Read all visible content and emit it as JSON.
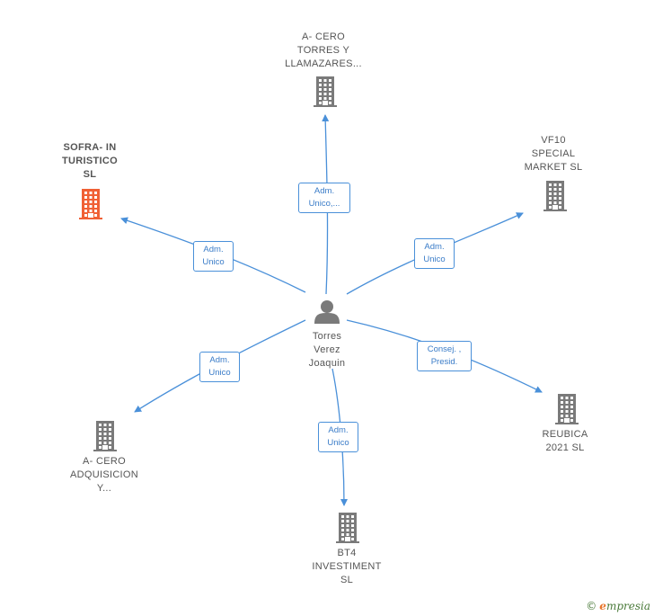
{
  "colors": {
    "edge": "#4a90d9",
    "building": "#7a7a7a",
    "building_highlight": "#f06035",
    "person": "#7a7a7a"
  },
  "center": {
    "name": "Torres\nVerez\nJoaquin",
    "icon": "person-icon"
  },
  "companies": [
    {
      "id": "a-cero-torres",
      "name": "A- CERO\nTORRES Y\nLLAMAZARES...",
      "icon": "building-icon",
      "highlight": false,
      "role": "Adm.\nUnico,..."
    },
    {
      "id": "sofra",
      "name": "SOFRA- IN\nTURISTICO\nSL",
      "icon": "building-icon",
      "highlight": true,
      "role": "Adm.\nUnico"
    },
    {
      "id": "vf10",
      "name": "VF10\nSPECIAL\nMARKET  SL",
      "icon": "building-icon",
      "highlight": false,
      "role": "Adm.\nUnico"
    },
    {
      "id": "reubica",
      "name": "REUBICA\n2021  SL",
      "icon": "building-icon",
      "highlight": false,
      "role": "Consej. ,\nPresid."
    },
    {
      "id": "bt4",
      "name": "BT4\nINVESTIMENT\nSL",
      "icon": "building-icon",
      "highlight": false,
      "role": "Adm.\nUnico"
    },
    {
      "id": "a-cero-adq",
      "name": "A- CERO\nADQUISICION\nY...",
      "icon": "building-icon",
      "highlight": false,
      "role": "Adm.\nUnico"
    }
  ],
  "brand": {
    "copyright": "©",
    "first_letter": "e",
    "rest": "mpresia"
  }
}
